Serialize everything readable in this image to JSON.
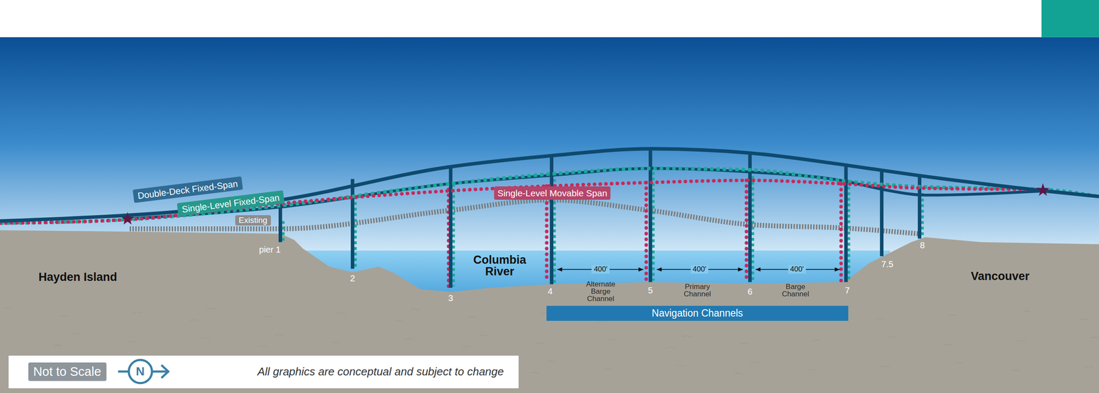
{
  "diagram": {
    "nodes": [
      {
        "text": [
          "Double-Deck Fixed-Span"
        ]
      },
      {
        "text": [
          "Single-Level Fixed-Span"
        ]
      },
      {
        "text": [
          "Existing"
        ]
      },
      {
        "text": [
          "Single-Level Movable Span"
        ]
      },
      {
        "text": [
          "Navigation Channels"
        ]
      },
      {
        "text": [
          "All graphics are conceptual and subject to change"
        ]
      },
      {
        "text": [
          "Not to Scale"
        ],
        "in": 5
      }
    ],
    "labels": [
      "pier 1",
      "2",
      "3",
      "4",
      "5",
      "6",
      "7",
      "7.5",
      "8",
      "Columbia River",
      "Hayden Island",
      "Vancouver",
      "400'",
      "400'",
      "400'",
      "Alternate Barge Channel",
      "Primary Channel",
      "Barge Channel",
      "N"
    ]
  }
}
